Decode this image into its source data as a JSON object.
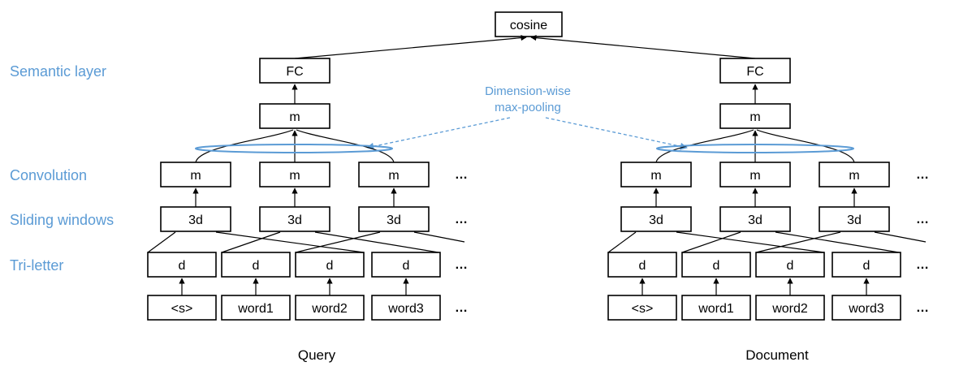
{
  "layers": {
    "semantic": "Semantic layer",
    "convolution": "Convolution",
    "sliding": "Sliding windows",
    "trigram": "Tri-letter"
  },
  "annotation": {
    "line1": "Dimension-wise",
    "line2": "max-pooling"
  },
  "top": {
    "cosine": "cosine"
  },
  "query": {
    "caption": "Query",
    "fc": "FC",
    "m": "m",
    "conv": [
      "m",
      "m",
      "m"
    ],
    "windows": [
      "3d",
      "3d",
      "3d"
    ],
    "letters": [
      "d",
      "d",
      "d",
      "d"
    ],
    "words": [
      "<s>",
      "word1",
      "word2",
      "word3"
    ],
    "ellipsis": "…"
  },
  "document": {
    "caption": "Document",
    "fc": "FC",
    "m": "m",
    "conv": [
      "m",
      "m",
      "m"
    ],
    "windows": [
      "3d",
      "3d",
      "3d"
    ],
    "letters": [
      "d",
      "d",
      "d",
      "d"
    ],
    "words": [
      "<s>",
      "word1",
      "word2",
      "word3"
    ],
    "ellipsis": "…"
  },
  "colors": {
    "accent": "#5b9bd5",
    "stroke": "#000000"
  }
}
